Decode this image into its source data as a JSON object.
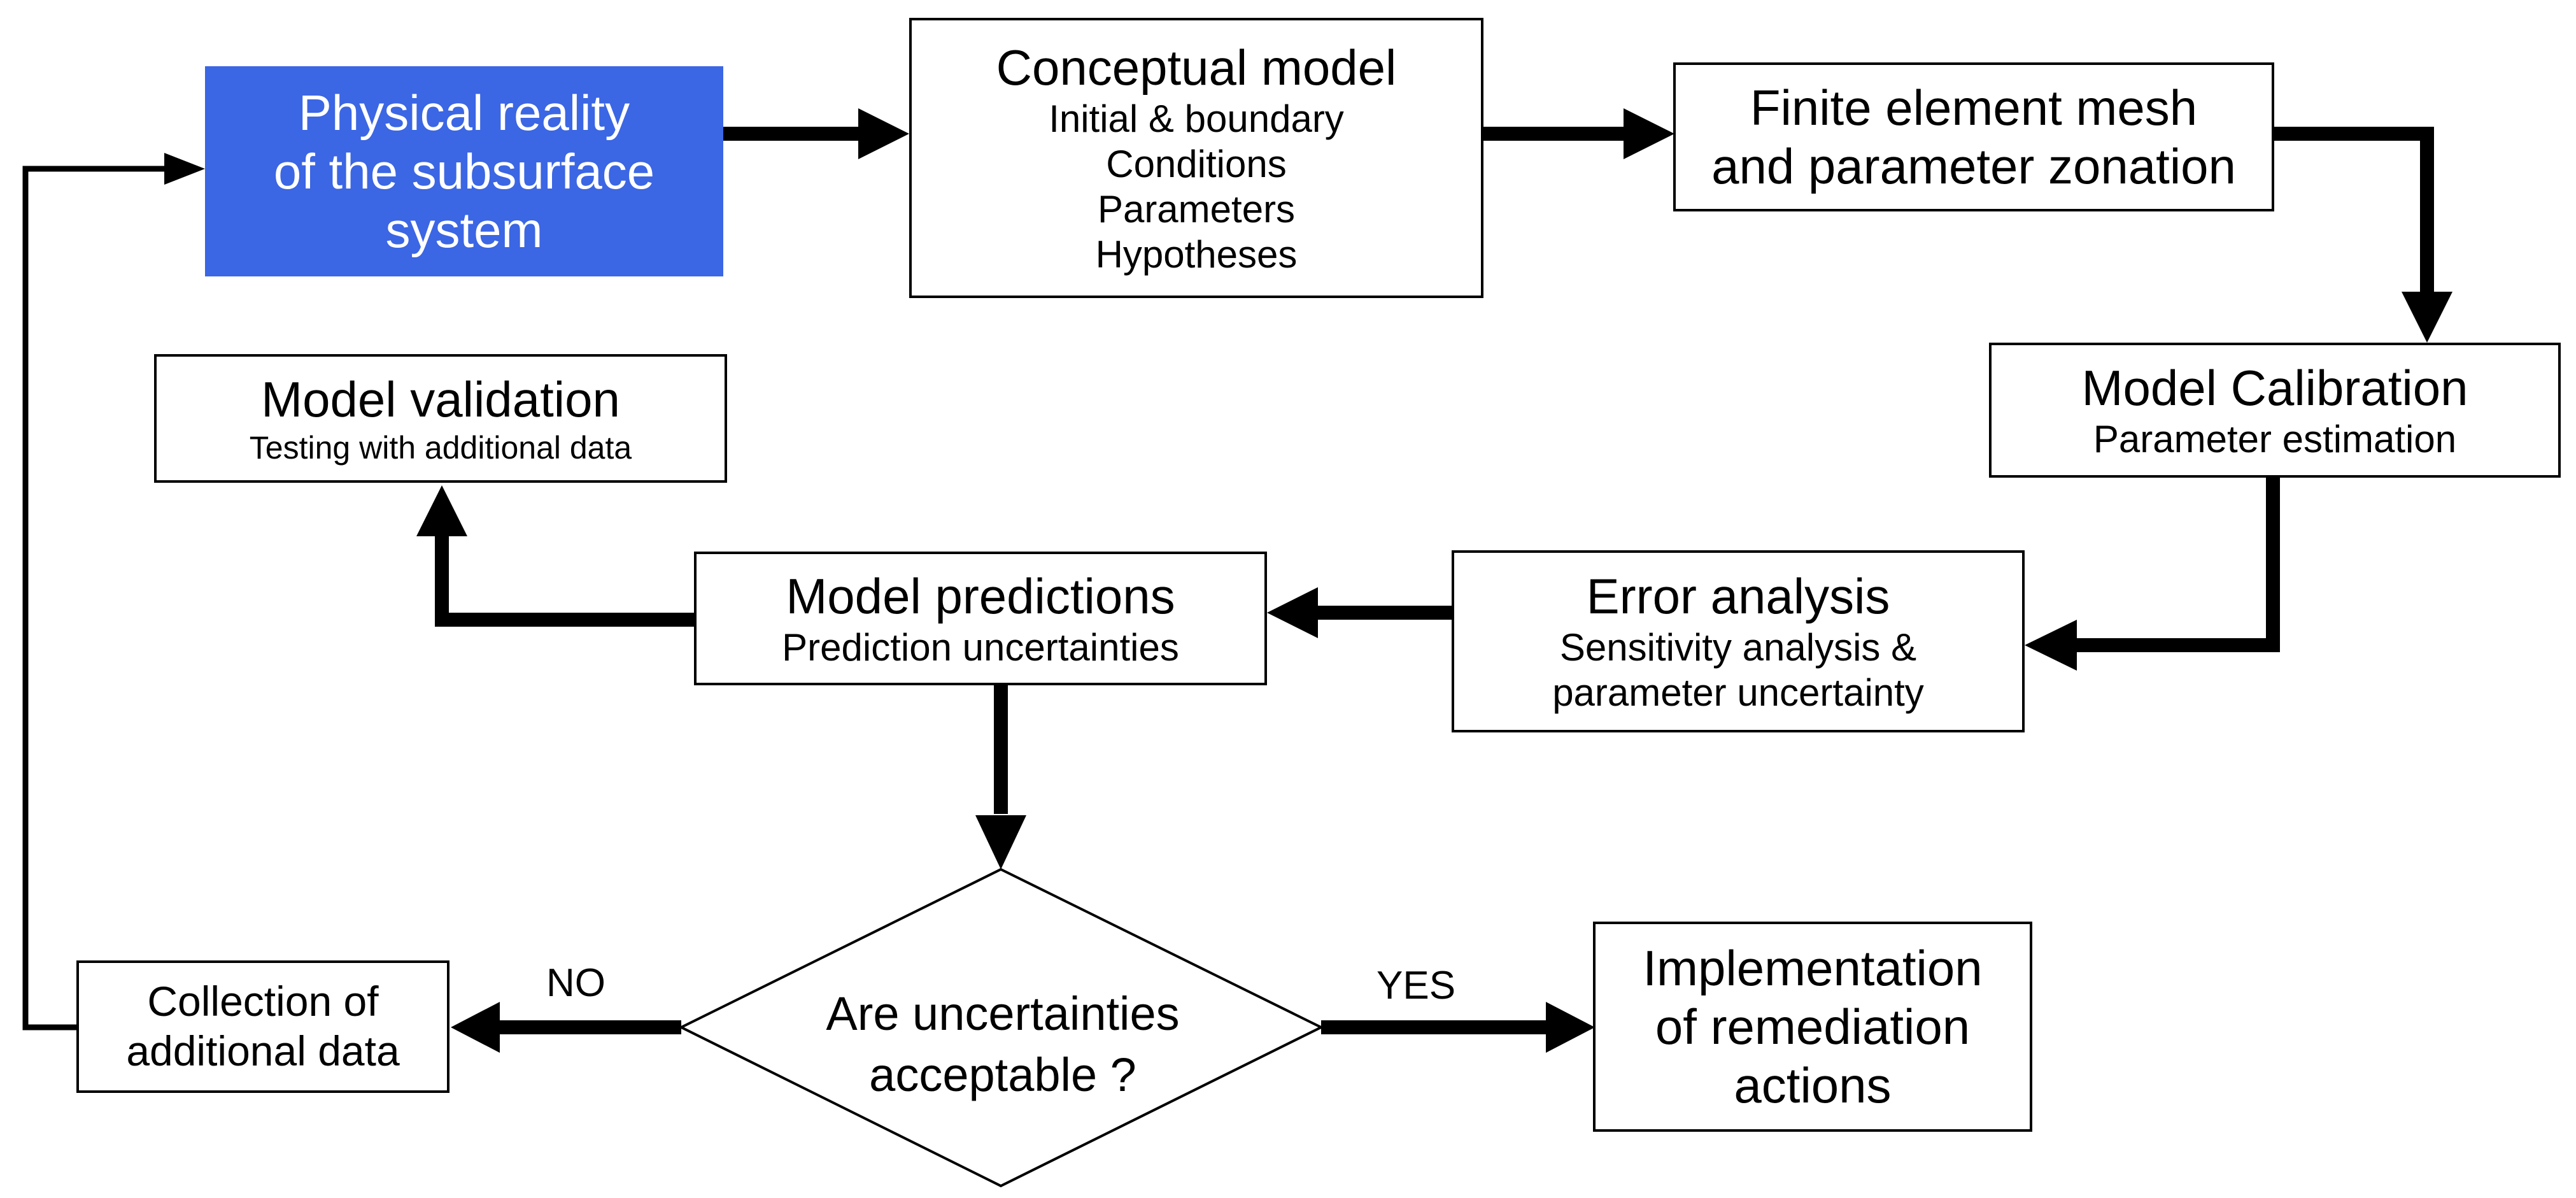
{
  "colors": {
    "highlight_box": "#3b66e4",
    "stroke": "#000000"
  },
  "nodes": {
    "physical_reality": {
      "lines": [
        "Physical reality",
        "of the subsurface",
        "system"
      ]
    },
    "conceptual_model": {
      "title": "Conceptual model",
      "items": [
        "Initial & boundary",
        "Conditions",
        "Parameters",
        "Hypotheses"
      ]
    },
    "fem_mesh": {
      "lines": [
        "Finite element mesh",
        "and parameter zonation"
      ]
    },
    "model_calibration": {
      "title": "Model Calibration",
      "subtitle": "Parameter estimation"
    },
    "error_analysis": {
      "title": "Error analysis",
      "lines": [
        "Sensitivity analysis &",
        "parameter uncertainty"
      ]
    },
    "model_predictions": {
      "title": "Model predictions",
      "subtitle": "Prediction uncertainties"
    },
    "model_validation": {
      "title": "Model validation",
      "subtitle": "Testing with additional data"
    },
    "decision": {
      "lines": [
        "Are uncertainties",
        "acceptable ?"
      ]
    },
    "collection": {
      "lines": [
        "Collection of",
        "additional data"
      ]
    },
    "implementation": {
      "lines": [
        "Implementation",
        "of remediation",
        "actions"
      ]
    }
  },
  "edge_labels": {
    "no": "NO",
    "yes": "YES"
  }
}
